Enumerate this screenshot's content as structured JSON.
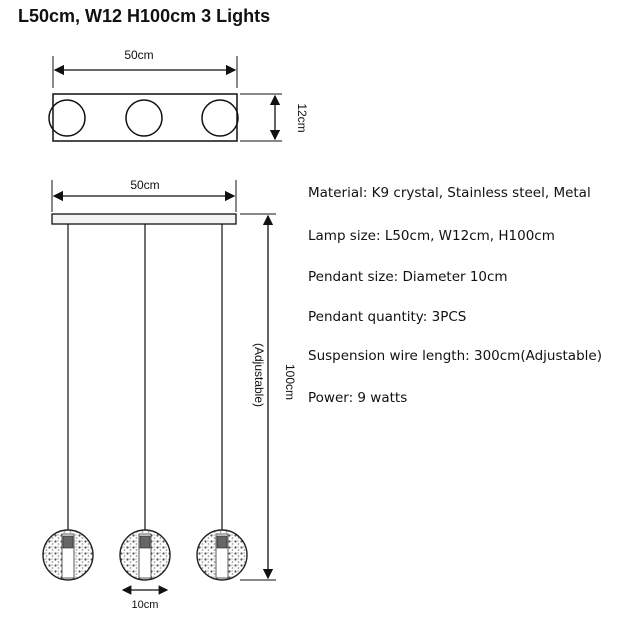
{
  "title": "L50cm, W12 H100cm  3 Lights",
  "top_view": {
    "width_label": "50cm",
    "depth_label": "12cm"
  },
  "front_view": {
    "width_label": "50cm",
    "height_label": "100cm",
    "height_note": "(Adjustable)",
    "pendant_label": "10cm"
  },
  "specs": [
    "Material: K9 crystal, Stainless steel, Metal",
    "Lamp size: L50cm, W12cm, H100cm",
    "Pendant size: Diameter 10cm",
    "Pendant quantity: 3PCS",
    "Suspension wire length: 300cm(Adjustable)",
    "Power: 9 watts"
  ],
  "colors": {
    "line": "#111111",
    "canopy": "#f4f4f4"
  }
}
